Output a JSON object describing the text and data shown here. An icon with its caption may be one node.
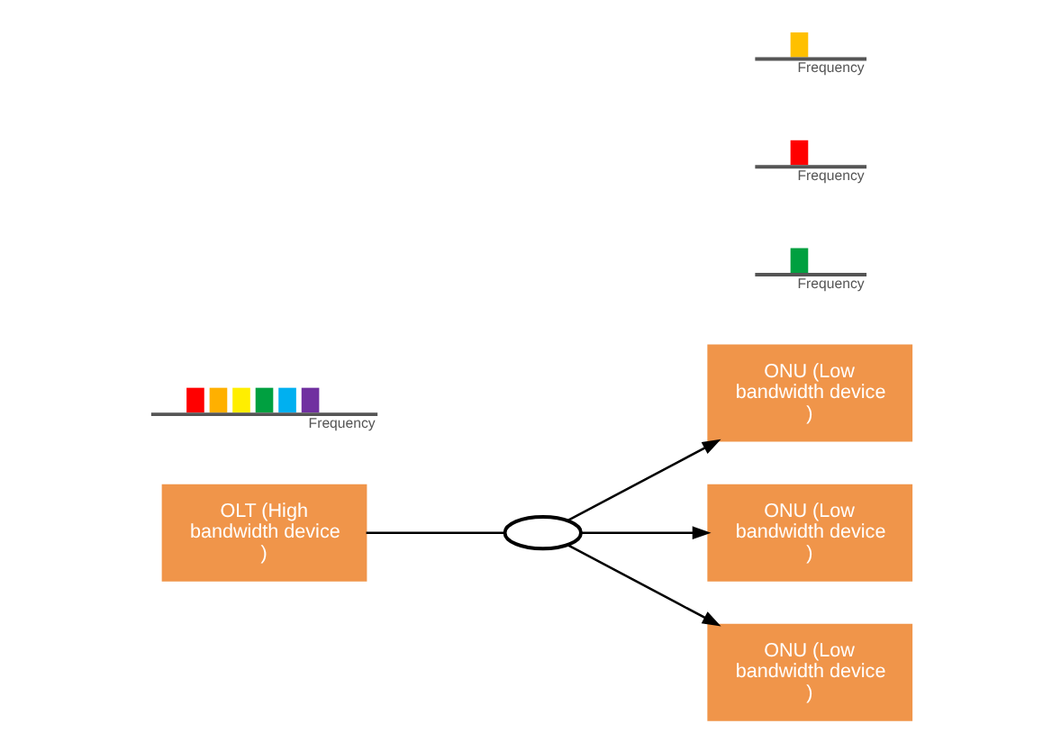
{
  "diagram": {
    "nodes": [
      {
        "text": [
          "OLT (High bandwidth device )"
        ]
      },
      {
        "text": [],
        "shape": "ellipse"
      },
      {
        "text": [
          "ONU (Low bandwidth device )"
        ]
      },
      {
        "text": [
          "ONU (Low bandwidth device )"
        ]
      },
      {
        "text": [
          "ONU (Low bandwidth device )"
        ]
      }
    ],
    "edges": [
      {
        "from": 0,
        "to": 1,
        "arrow": "none"
      },
      {
        "from": 1,
        "to": 2,
        "arrow": "to"
      },
      {
        "from": 1,
        "to": 3,
        "arrow": "to"
      },
      {
        "from": 1,
        "to": 4,
        "arrow": "to"
      }
    ],
    "labels": [
      "Frequency",
      "Frequency",
      "Frequency",
      "Frequency"
    ]
  }
}
